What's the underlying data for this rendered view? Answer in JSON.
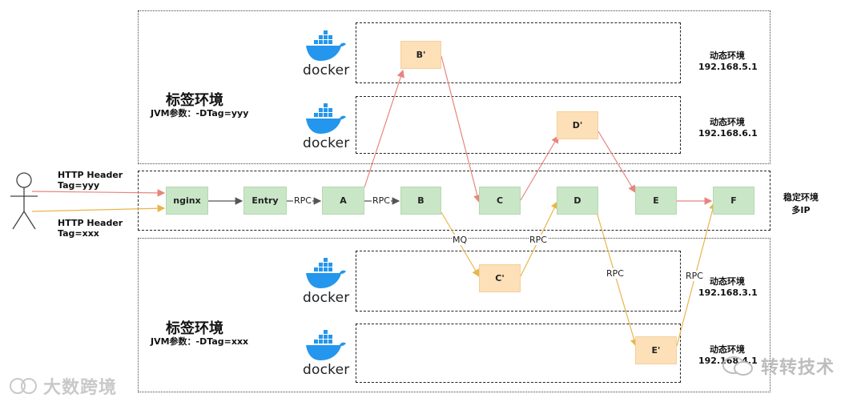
{
  "diagram": {
    "regions": {
      "top": {
        "title": "标签环境",
        "param": "JVM参数：-DTag=yyy",
        "lanes": [
          {
            "docker_text": "docker",
            "env_label": "动态环境",
            "ip": "192.168.5.1"
          },
          {
            "docker_text": "docker",
            "env_label": "动态环境",
            "ip": "192.168.6.1"
          }
        ]
      },
      "stable": {
        "label_line1": "稳定环境",
        "label_line2": "多IP"
      },
      "bottom": {
        "title": "标签环境",
        "param": "JVM参数：-DTag=xxx",
        "lanes": [
          {
            "docker_text": "docker",
            "env_label": "动态环境",
            "ip": "192.168.3.1"
          },
          {
            "docker_text": "docker",
            "env_label": "动态环境",
            "ip": "192.168.4.1"
          }
        ]
      }
    },
    "client": {
      "request_yyy": {
        "line1": "HTTP Header",
        "line2": "Tag=yyy"
      },
      "request_xxx": {
        "line1": "HTTP Header",
        "line2": "Tag=xxx"
      }
    },
    "nodes": {
      "nginx": "nginx",
      "entry": "Entry",
      "a": "A",
      "b": "B",
      "c": "C",
      "d": "D",
      "e": "E",
      "f": "F",
      "b_prime": "B'",
      "d_prime": "D'",
      "c_prime": "C'",
      "e_prime": "E'"
    },
    "edge_labels": {
      "entry_a": "RPC",
      "a_b": "RPC",
      "mq": "MQ",
      "rpc_cprime_d": "RPC",
      "rpc_d_eprime": "RPC",
      "rpc_eprime_f": "RPC"
    },
    "colors": {
      "yyy_path": "#e8847d",
      "xxx_path": "#e9b54a",
      "main_path": "#555555",
      "stable_node": "#c9e6c6",
      "tagged_node": "#fde0b8",
      "docker_blue": "#2496ed"
    },
    "watermarks": {
      "left": "大数跨境",
      "right": "转转技术"
    }
  }
}
